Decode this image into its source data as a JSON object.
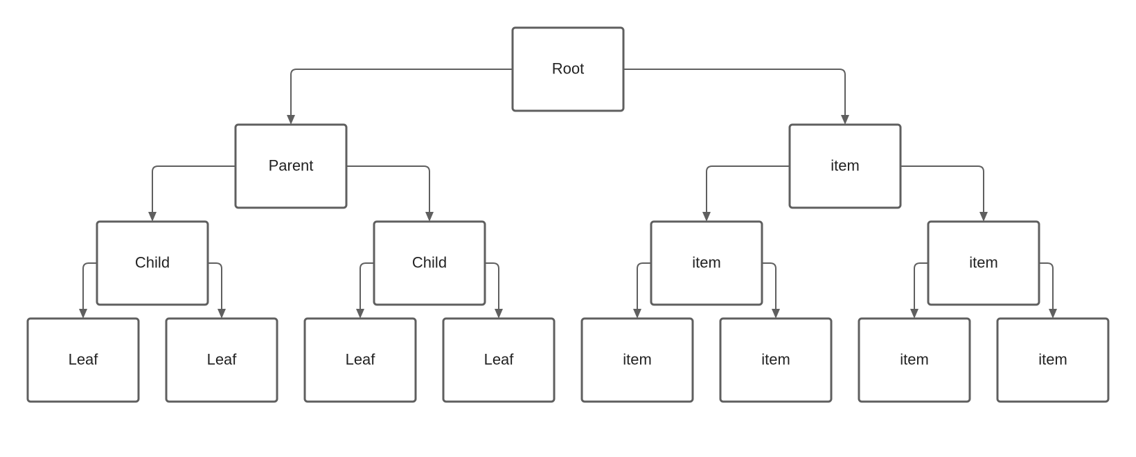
{
  "diagram": {
    "nodes": [
      {
        "id": "n0",
        "label": "Root"
      },
      {
        "id": "n1",
        "label": "Parent"
      },
      {
        "id": "n2",
        "label": "item"
      },
      {
        "id": "n3",
        "label": "Child"
      },
      {
        "id": "n4",
        "label": "Child"
      },
      {
        "id": "n5",
        "label": "item"
      },
      {
        "id": "n6",
        "label": "item"
      },
      {
        "id": "n7",
        "label": "Leaf"
      },
      {
        "id": "n8",
        "label": "Leaf"
      },
      {
        "id": "n9",
        "label": "Leaf"
      },
      {
        "id": "n10",
        "label": "Leaf"
      },
      {
        "id": "n11",
        "label": "item"
      },
      {
        "id": "n12",
        "label": "item"
      },
      {
        "id": "n13",
        "label": "item"
      },
      {
        "id": "n14",
        "label": "item"
      }
    ],
    "edges": [
      {
        "from": "n0",
        "to": "n1"
      },
      {
        "from": "n0",
        "to": "n2"
      },
      {
        "from": "n1",
        "to": "n3"
      },
      {
        "from": "n1",
        "to": "n4"
      },
      {
        "from": "n2",
        "to": "n5"
      },
      {
        "from": "n2",
        "to": "n6"
      },
      {
        "from": "n3",
        "to": "n7"
      },
      {
        "from": "n3",
        "to": "n8"
      },
      {
        "from": "n4",
        "to": "n9"
      },
      {
        "from": "n4",
        "to": "n10"
      },
      {
        "from": "n5",
        "to": "n11"
      },
      {
        "from": "n5",
        "to": "n12"
      },
      {
        "from": "n6",
        "to": "n13"
      },
      {
        "from": "n6",
        "to": "n14"
      }
    ],
    "colors": {
      "stroke": "#5f5f5f",
      "text": "#222222",
      "fill": "#ffffff"
    }
  }
}
